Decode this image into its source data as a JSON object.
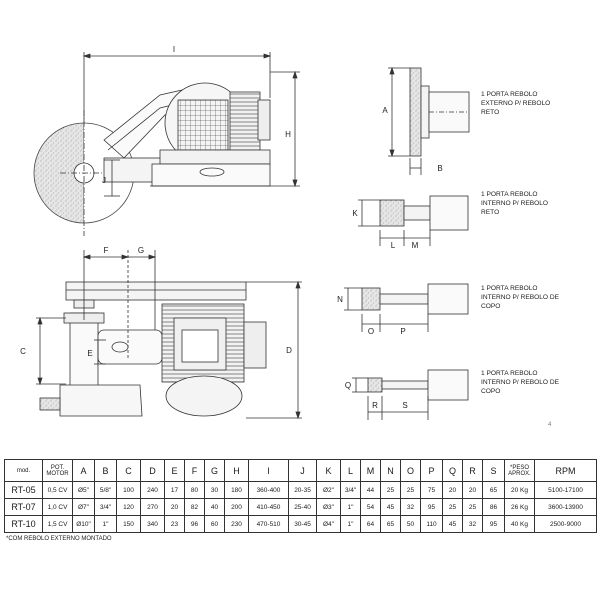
{
  "dimension_letters": {
    "I": "I",
    "H": "H",
    "J": "J",
    "F": "F",
    "G": "G",
    "C": "C",
    "E": "E",
    "D": "D",
    "A": "A",
    "B": "B",
    "K": "K",
    "L": "L",
    "M": "M",
    "N": "N",
    "O": "O",
    "P": "P",
    "Q": "Q",
    "R": "R",
    "S": "S"
  },
  "holders": [
    {
      "lines": [
        "1 PORTA REBOLO",
        "EXTERNO P/ REBOLO",
        "RETO"
      ]
    },
    {
      "lines": [
        "1 PORTA REBOLO",
        "INTERNO P/ REBOLO",
        "RETO"
      ]
    },
    {
      "lines": [
        "1 PORTA REBOLO",
        "INTERNO P/ REBOLO DE",
        "COPO"
      ]
    },
    {
      "lines": [
        "1 PORTA REBOLO",
        "INTERNO P/ REBOLO DE",
        "COPO"
      ]
    }
  ],
  "page_number": "4",
  "table": {
    "headers": [
      "mod.",
      "POT. MOTOR",
      "A",
      "B",
      "C",
      "D",
      "E",
      "F",
      "G",
      "H",
      "I",
      "J",
      "K",
      "L",
      "M",
      "N",
      "O",
      "P",
      "Q",
      "R",
      "S",
      "*PESO APROX.",
      "RPM"
    ],
    "rows": [
      [
        "RT-05",
        "0,5 CV",
        "Ø5\"",
        "5/8\"",
        "100",
        "240",
        "17",
        "80",
        "30",
        "180",
        "360-400",
        "20-35",
        "Ø2\"",
        "3/4\"",
        "44",
        "25",
        "25",
        "75",
        "20",
        "20",
        "65",
        "20 Kg",
        "5100-17100"
      ],
      [
        "RT-07",
        "1,0 CV",
        "Ø7\"",
        "3/4\"",
        "120",
        "270",
        "20",
        "82",
        "40",
        "200",
        "410-450",
        "25-40",
        "Ø3\"",
        "1\"",
        "54",
        "45",
        "32",
        "95",
        "25",
        "25",
        "86",
        "26 Kg",
        "3600-13900"
      ],
      [
        "RT-10",
        "1,5 CV",
        "Ø10\"",
        "1\"",
        "150",
        "340",
        "23",
        "96",
        "60",
        "230",
        "470-510",
        "30-45",
        "Ø4\"",
        "1\"",
        "64",
        "65",
        "50",
        "110",
        "45",
        "32",
        "95",
        "40 Kg",
        "2500-9000"
      ]
    ]
  },
  "footnote": "*COM REBOLO EXTERNO MONTADO"
}
